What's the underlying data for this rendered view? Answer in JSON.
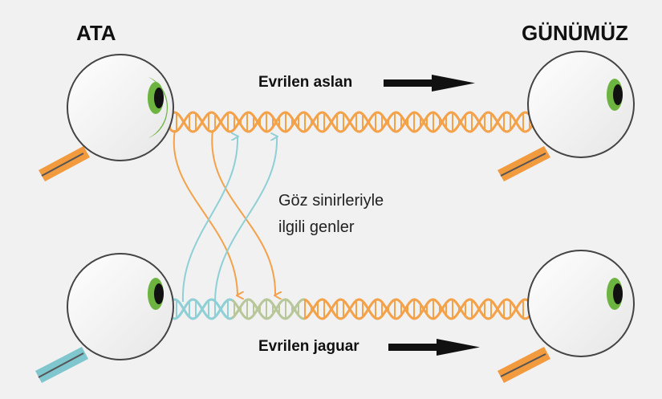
{
  "labels": {
    "ancestor": "ATA",
    "present": "GÜNÜMÜZ",
    "evolved_lion": "Evrilen aslan",
    "evolved_jaguar": "Evrilen jaguar",
    "genes_line1": "Göz sinirleriyle",
    "genes_line2": "ilgili genler"
  },
  "colors": {
    "background": "#f1f1f1",
    "dna_orange": "#f3a24a",
    "dna_blue": "#8fcfd6",
    "dna_mixed": "#b8c79a",
    "iris_green": "#6cb43f",
    "stalk_orange": "#f19a3e",
    "stalk_blue": "#7fc6cf",
    "arrow": "#111111"
  },
  "icons": [
    "eye-icon",
    "dna-strand",
    "arrow-right-icon"
  ]
}
